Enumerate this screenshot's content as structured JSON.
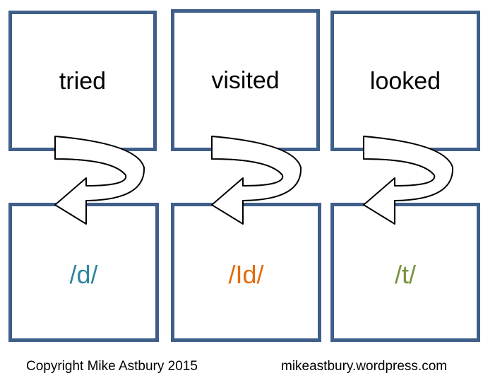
{
  "cards": [
    {
      "word": "tried",
      "sound": "/d/",
      "sound_color": "#31859c"
    },
    {
      "word": "visited",
      "sound": "/Id/",
      "sound_color": "#e46c0a"
    },
    {
      "word": "looked",
      "sound": "/t/",
      "sound_color": "#77933c"
    }
  ],
  "colors": {
    "card_border": "#3f5f8a",
    "arrow_fill": "#ffffff",
    "arrow_shade": "#d9d9d9",
    "arrow_stroke": "#000000"
  },
  "icons": {
    "transform_arrow": "curved-arrow-icon"
  },
  "footer": {
    "copyright": "Copyright Mike Astbury 2015",
    "website": "mikeastbury.wordpress.com"
  }
}
